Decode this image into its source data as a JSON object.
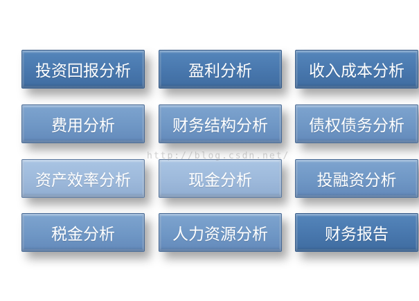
{
  "tiles": [
    {
      "label": "投资回报分析",
      "tone": "dark"
    },
    {
      "label": "盈利分析",
      "tone": "dark"
    },
    {
      "label": "收入成本分析",
      "tone": "dark"
    },
    {
      "label": "费用分析",
      "tone": "mid"
    },
    {
      "label": "财务结构分析",
      "tone": "mid"
    },
    {
      "label": "债权债务分析",
      "tone": "mid"
    },
    {
      "label": "资产效率分析",
      "tone": "light"
    },
    {
      "label": "现金分析",
      "tone": "light"
    },
    {
      "label": "投融资分析",
      "tone": "mid"
    },
    {
      "label": "税金分析",
      "tone": "mid"
    },
    {
      "label": "人力资源分析",
      "tone": "mid"
    },
    {
      "label": "财务报告",
      "tone": "dark"
    }
  ],
  "watermark": "http://blog.csdn.net/",
  "colors": {
    "dark": "#4a79af",
    "mid": "#7099c6",
    "light": "#9fbbdc"
  }
}
